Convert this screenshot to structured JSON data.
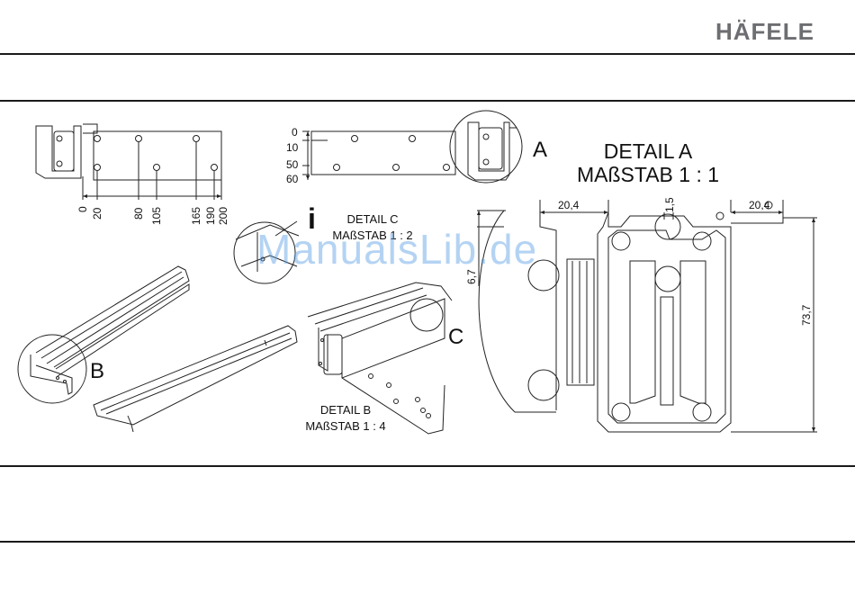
{
  "brand": {
    "logo_text": "HÄFELE",
    "accent": "#c8102e",
    "gray": "#6d6e71"
  },
  "top_view": {
    "x_dims": [
      "0",
      "20",
      "80",
      "105",
      "165",
      "190",
      "200"
    ],
    "y_dims": [
      "0",
      "10",
      "50",
      "60"
    ]
  },
  "callouts": {
    "a": "A",
    "b": "B",
    "c": "C"
  },
  "detail_a": {
    "title": "DETAIL A",
    "scale": "MAßSTAB 1 : 1",
    "dims": {
      "left_width": "20,4",
      "right_width": "20,4",
      "gap": "1,5",
      "offset": "6,7",
      "height": "73,7"
    }
  },
  "detail_b": {
    "title": "DETAIL B",
    "scale": "MAßSTAB 1 : 4"
  },
  "detail_c": {
    "title": "DETAIL C",
    "scale": "MAßSTAB 1 : 2"
  },
  "info_icon": "i",
  "watermark": "ManualsLib.de"
}
